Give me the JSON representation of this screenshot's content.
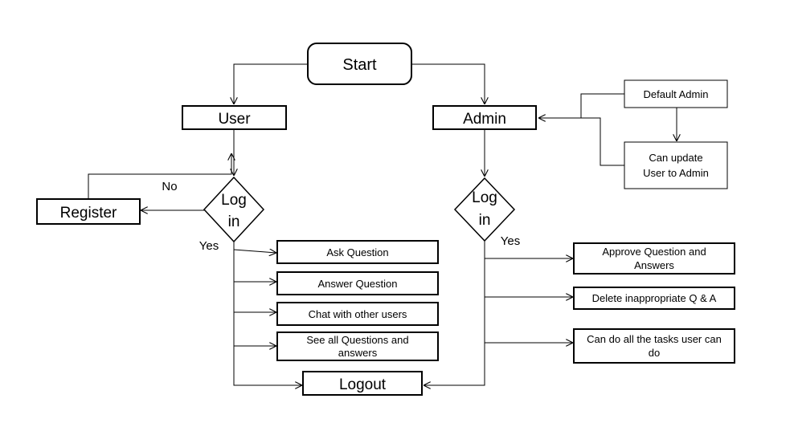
{
  "nodes": {
    "start": "Start",
    "user": "User",
    "admin": "Admin",
    "default_admin": "Default Admin",
    "can_update": [
      "Can update",
      "User to Admin"
    ],
    "user_login": [
      "Log",
      "in"
    ],
    "admin_login": [
      "Log",
      "in"
    ],
    "register": "Register",
    "ask_question": "Ask Question",
    "answer_question": "Answer Question",
    "chat_users": "Chat with other users",
    "see_all": [
      "See all Questions and",
      "answers"
    ],
    "logout": "Logout",
    "approve": [
      "Approve Question and",
      "Answers"
    ],
    "delete_inappropriate": "Delete inappropriate Q & A",
    "can_do_all": [
      "Can do all the tasks user can",
      "do"
    ]
  },
  "edge_labels": {
    "no": "No",
    "yes_user": "Yes",
    "yes_admin": "Yes"
  }
}
